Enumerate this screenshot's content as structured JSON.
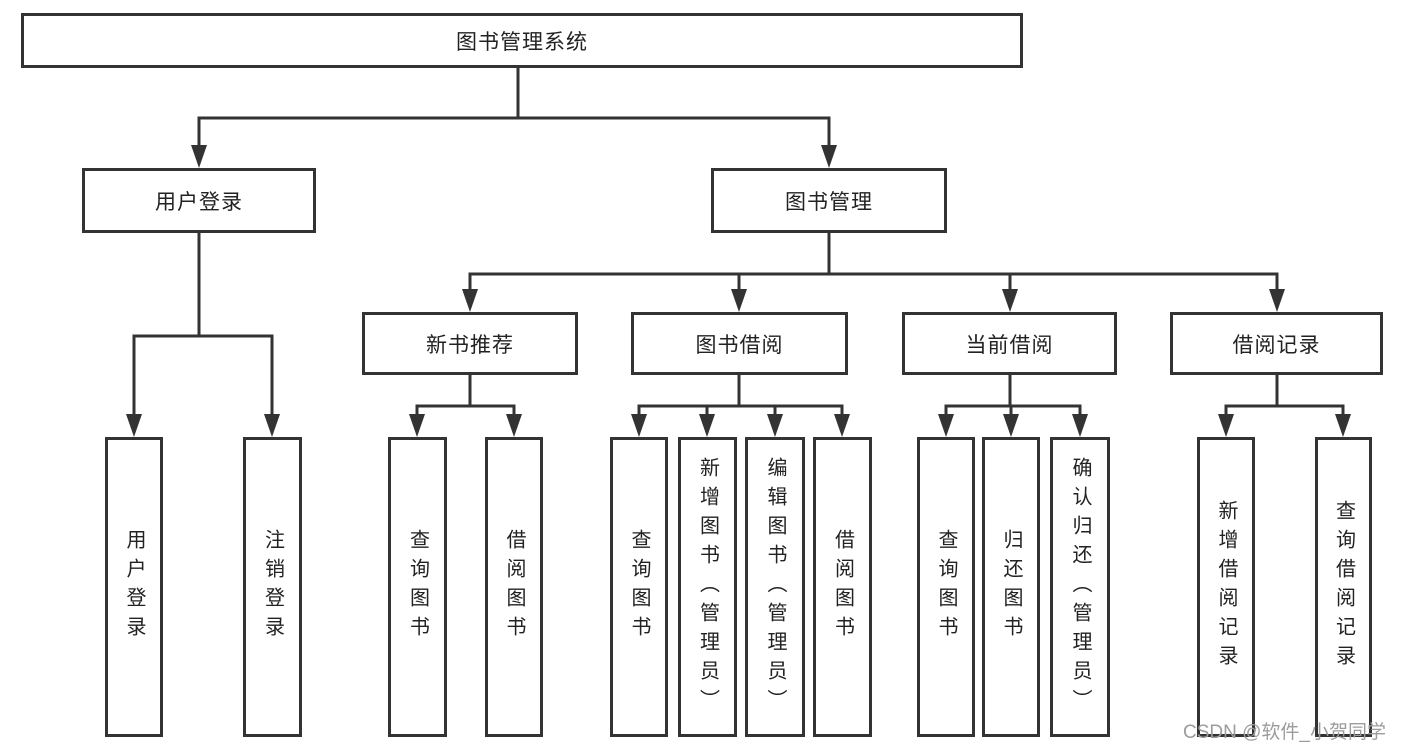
{
  "diagram": {
    "root": {
      "label": "图书管理系统"
    },
    "branches": [
      {
        "label": "用户登录",
        "children": [
          {
            "label": "用户登录"
          },
          {
            "label": "注销登录"
          }
        ]
      },
      {
        "label": "图书管理",
        "children": [
          {
            "label": "新书推荐",
            "children": [
              {
                "label": "查询图书"
              },
              {
                "label": "借阅图书"
              }
            ]
          },
          {
            "label": "图书借阅",
            "children": [
              {
                "label": "查询图书"
              },
              {
                "label": "新增图书（管理员）"
              },
              {
                "label": "编辑图书（管理员）"
              },
              {
                "label": "借阅图书"
              }
            ]
          },
          {
            "label": "当前借阅",
            "children": [
              {
                "label": "查询图书"
              },
              {
                "label": "归还图书"
              },
              {
                "label": "确认归还（管理员）"
              }
            ]
          },
          {
            "label": "借阅记录",
            "children": [
              {
                "label": "新增借阅记录"
              },
              {
                "label": "查询借阅记录"
              }
            ]
          }
        ]
      }
    ],
    "watermark": "CSDN @软件_小贺同学",
    "colors": {
      "line": "#333333",
      "text": "#222222",
      "watermark": "#9c9c9c",
      "background": "#ffffff"
    }
  }
}
